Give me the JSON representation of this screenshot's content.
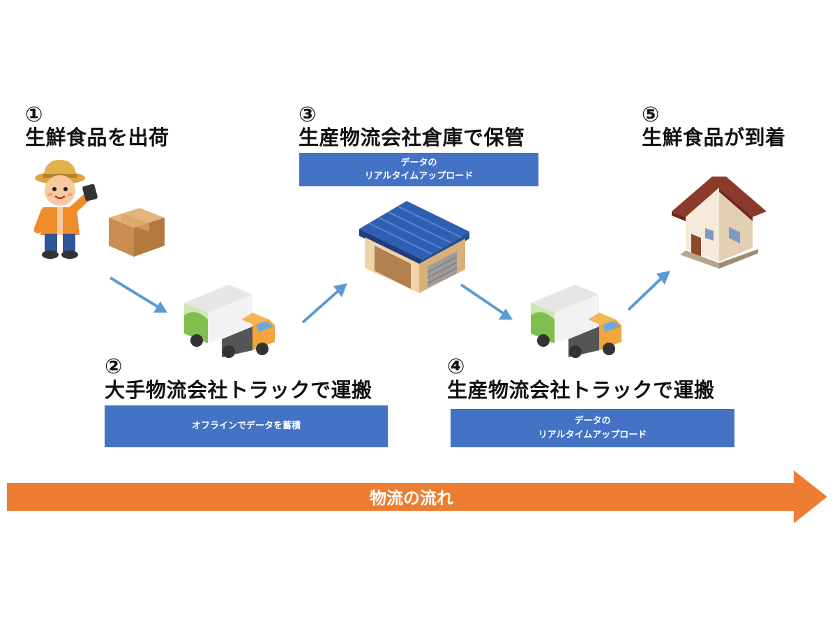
{
  "steps": [
    {
      "number": "①",
      "title": "生鮮食品を出荷"
    },
    {
      "number": "②",
      "title": "大手物流会社トラックで運搬",
      "box_lines": [
        "オフラインでデータを蓄積"
      ]
    },
    {
      "number": "③",
      "title": "生産物流会社倉庫で保管",
      "box_lines": [
        "データの",
        "リアルタイムアップロード"
      ]
    },
    {
      "number": "④",
      "title": "生産物流会社トラックで運搬",
      "box_lines": [
        "データの",
        "リアルタイムアップロード"
      ]
    },
    {
      "number": "⑤",
      "title": "生鮮食品が到着"
    }
  ],
  "flow": {
    "label": "物流の流れ"
  },
  "colors": {
    "box": "#4472c4",
    "flow_arrow": "#ed7d31",
    "step_arrow": "#5b9bd5"
  },
  "icons": [
    "farmer-icon",
    "cardboard-box-icon",
    "truck-icon",
    "warehouse-icon",
    "house-icon"
  ]
}
